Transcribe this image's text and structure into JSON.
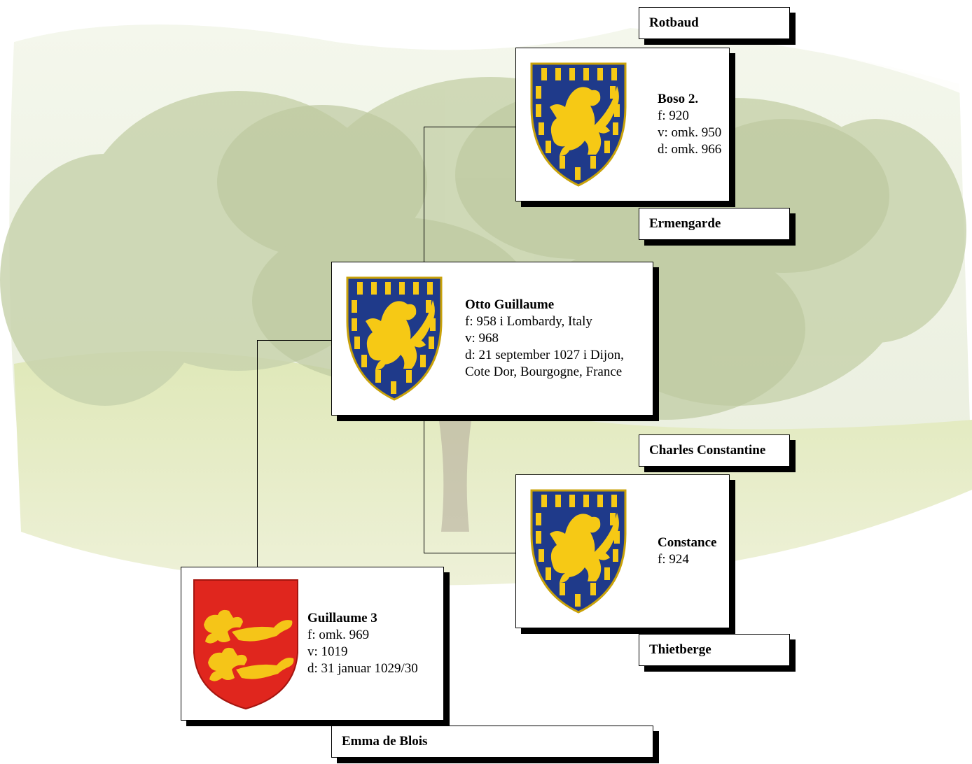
{
  "people": {
    "rotbaud": {
      "name": "Rotbaud"
    },
    "boso": {
      "name": "Boso 2.",
      "born": "f: 920",
      "married": "v: omk. 950",
      "died": "d: omk. 966"
    },
    "ermengarde": {
      "name": "Ermengarde"
    },
    "otto": {
      "name": "Otto Guillaume",
      "born": "f: 958 i Lombardy, Italy",
      "married": "v: 968",
      "died_line1": "d: 21 september 1027 i Dijon,",
      "died_line2": "Cote Dor, Bourgogne, France"
    },
    "charles": {
      "name": "Charles Constantine"
    },
    "constance": {
      "name": "Constance",
      "born": "f: 924"
    },
    "thietberge": {
      "name": "Thietberge"
    },
    "guillaume3": {
      "name": "Guillaume 3",
      "born": "f: omk. 969",
      "married": "v: 1019",
      "died": "d: 31 januar 1029/30"
    },
    "emma": {
      "name": "Emma de Blois"
    }
  },
  "coats_of_arms": {
    "burgundy": {
      "icon": "lion-rampant-billetty-shield-icon",
      "field": "#1f3a8a",
      "charge": "#f6c915"
    },
    "normandy": {
      "icon": "lions-passant-shield-icon",
      "field": "#e0261e",
      "charge": "#f5c518"
    }
  }
}
